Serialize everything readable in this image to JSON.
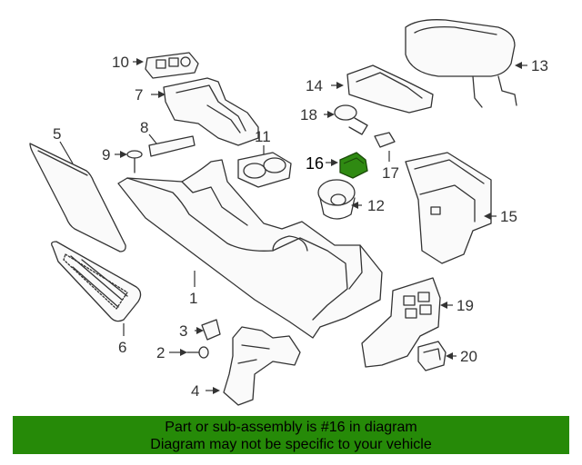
{
  "callouts": {
    "c1": "1",
    "c2": "2",
    "c3": "3",
    "c4": "4",
    "c5": "5",
    "c6": "6",
    "c7": "7",
    "c8": "8",
    "c9": "9",
    "c10": "10",
    "c11": "11",
    "c12": "12",
    "c13": "13",
    "c14": "14",
    "c15": "15",
    "c16": "16",
    "c17": "17",
    "c18": "18",
    "c19": "19",
    "c20": "20"
  },
  "highlight_part": "16",
  "colors": {
    "banner": "#268a08",
    "highlight": "#2f8a12"
  },
  "banner": {
    "line1": "Part or sub-assembly is #16 in diagram",
    "line2": "Diagram may not be specific to your vehicle"
  }
}
